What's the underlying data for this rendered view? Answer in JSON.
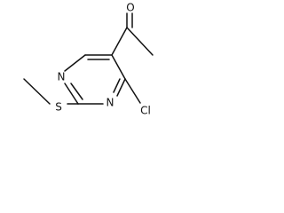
{
  "molecule": {
    "atoms": {
      "o": "O",
      "n_top": "N",
      "n_bottom": "N",
      "s": "S",
      "cl": "Cl"
    }
  }
}
